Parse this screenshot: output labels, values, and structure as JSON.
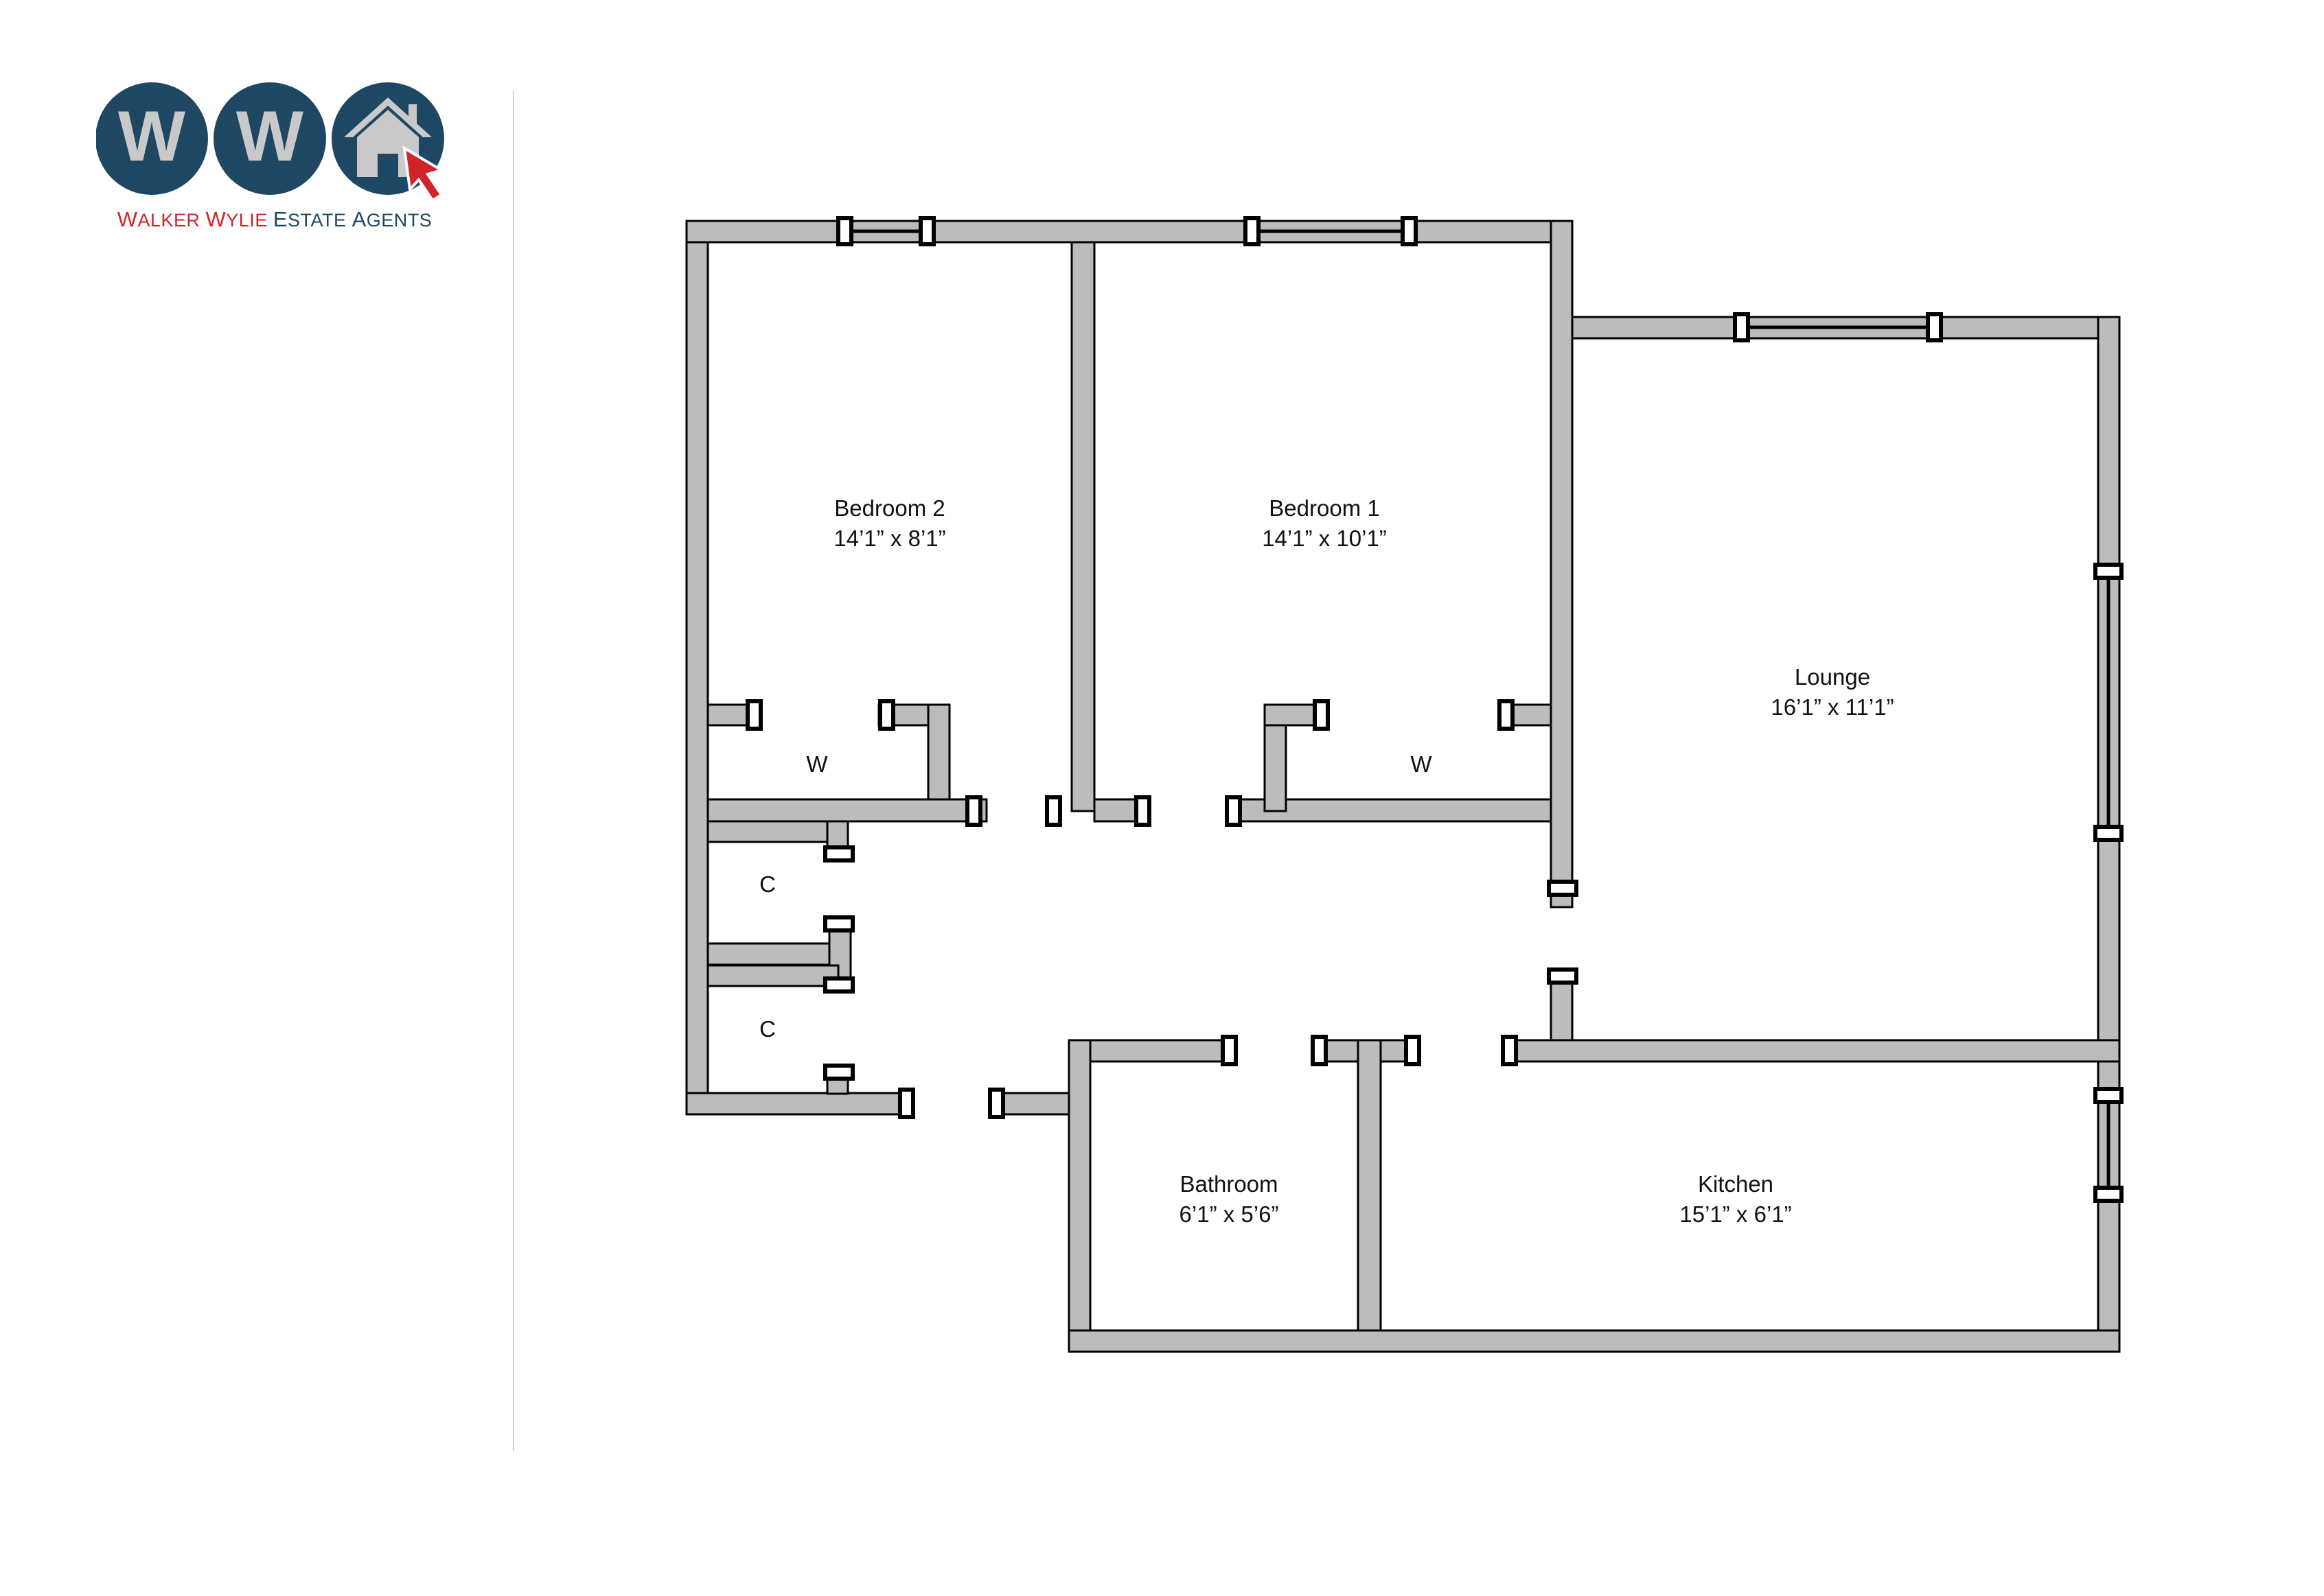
{
  "brand": {
    "name_part1": "Walker Wylie",
    "name_part2": "Estate Agents",
    "logo_letters": [
      "W",
      "W"
    ],
    "colors": {
      "navy": "#1d4763",
      "red": "#d2232a",
      "wall": "#bcbcbc"
    }
  },
  "rooms": [
    {
      "id": "bedroom-2",
      "name": "Bedroom 2",
      "dims": "14’1” x 8’1”"
    },
    {
      "id": "bedroom-1",
      "name": "Bedroom 1",
      "dims": "14’1” x 10’1”"
    },
    {
      "id": "lounge",
      "name": "Lounge",
      "dims": "16’1” x 11’1”"
    },
    {
      "id": "bathroom",
      "name": "Bathroom",
      "dims": "6’1” x 5’6”"
    },
    {
      "id": "kitchen",
      "name": "Kitchen",
      "dims": "15’1” x 6’1”"
    }
  ],
  "fixtures": [
    {
      "id": "wardrobe-bedroom-2",
      "label": "W"
    },
    {
      "id": "wardrobe-bedroom-1",
      "label": "W"
    },
    {
      "id": "cupboard-1",
      "label": "C"
    },
    {
      "id": "cupboard-2",
      "label": "C"
    }
  ]
}
